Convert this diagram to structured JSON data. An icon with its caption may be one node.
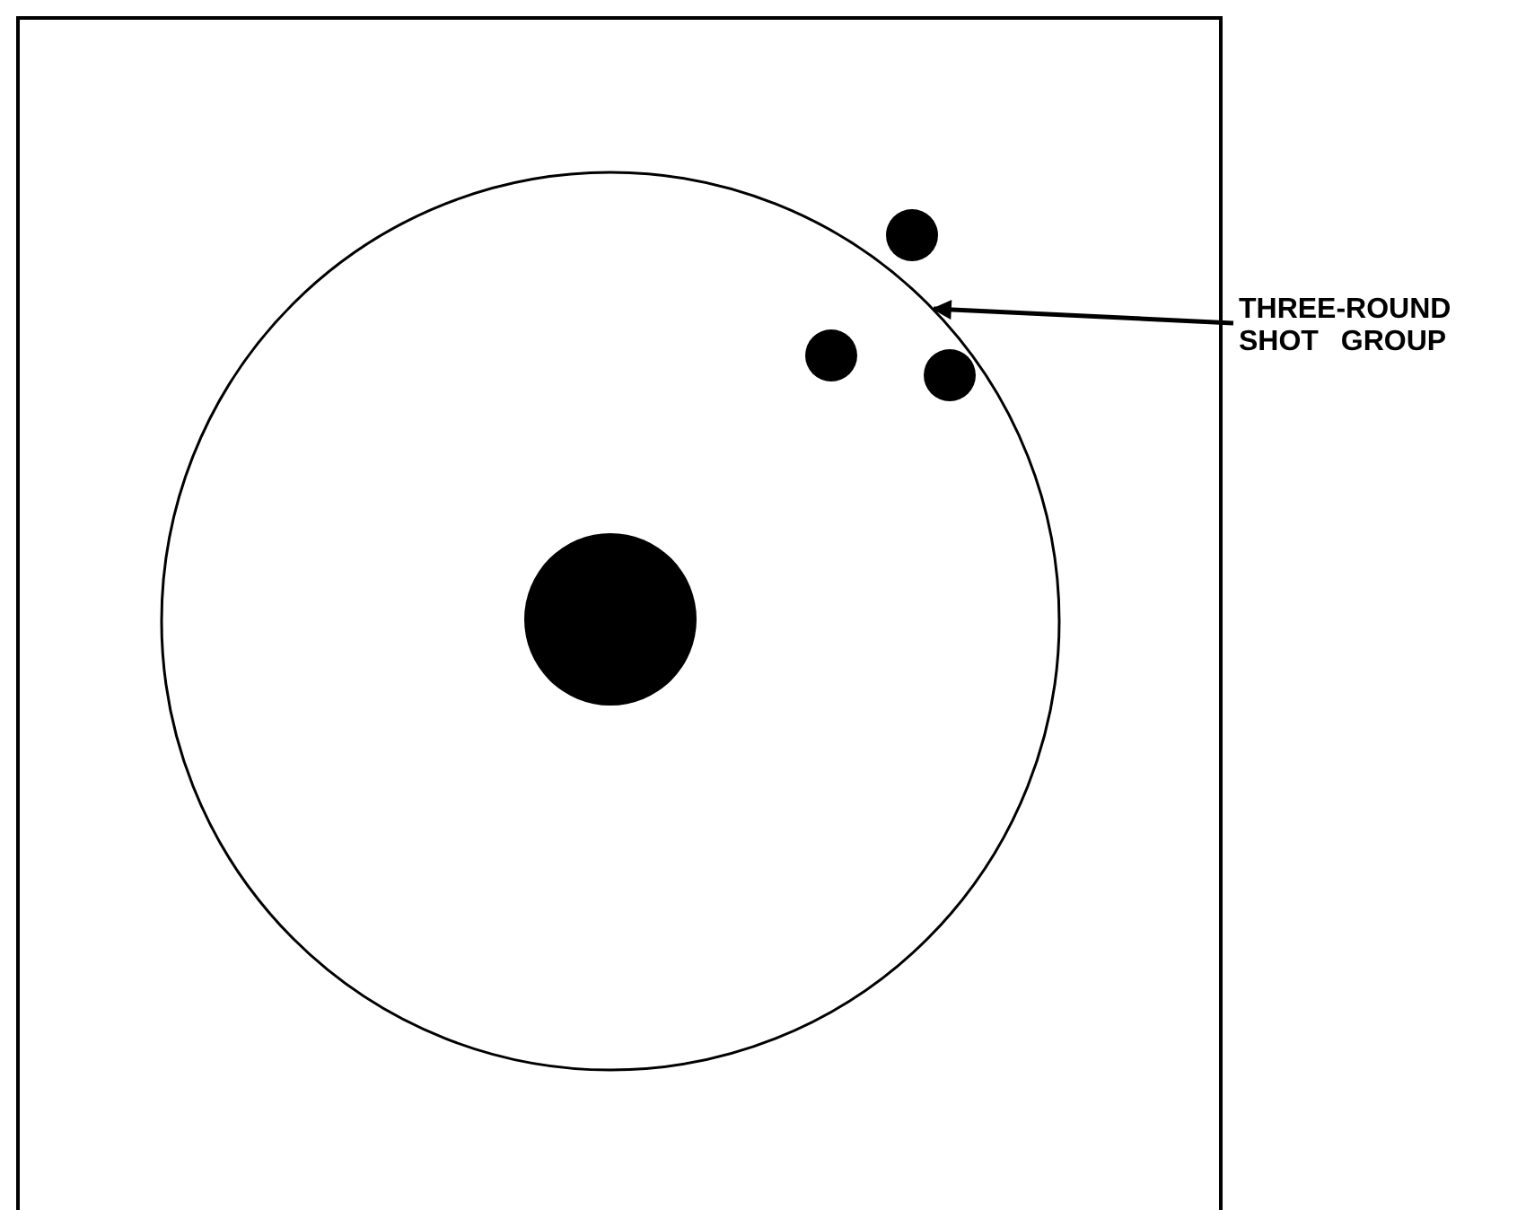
{
  "diagram": {
    "nodes": [
      {
        "text": [
          "THREE-ROUND SHOT GROUP"
        ]
      },
      {
        "text": [],
        "shape": "circle"
      }
    ],
    "edges": [
      {
        "from": 0,
        "to": 1,
        "arrow": "to"
      }
    ]
  }
}
